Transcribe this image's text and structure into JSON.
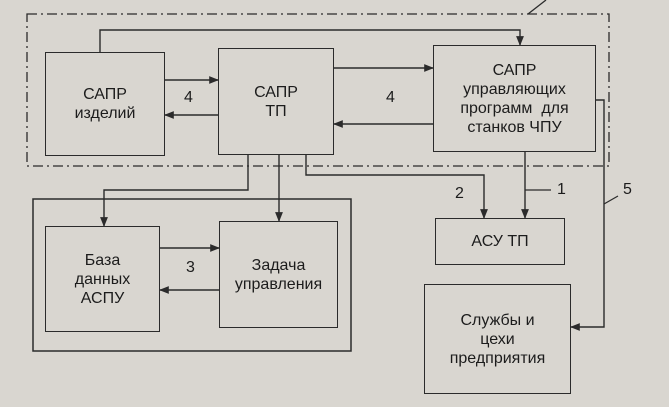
{
  "blocks": {
    "cad_products": {
      "lines": [
        "САПР",
        "изделий"
      ]
    },
    "cad_tp": {
      "lines": [
        "САПР",
        "ТП"
      ]
    },
    "cad_cnc": {
      "lines": [
        "САПР",
        "управляющих",
        "программ  для",
        "станков ЧПУ"
      ]
    },
    "asu_tp": {
      "lines": [
        "АСУ ТП"
      ]
    },
    "database": {
      "lines": [
        "База",
        "данных",
        "АСПУ"
      ]
    },
    "control_task": {
      "lines": [
        "Задача",
        "управления"
      ]
    },
    "services": {
      "lines": [
        "Службы и",
        "цехи",
        "предприятия"
      ]
    }
  },
  "connection_labels": {
    "products_tp": "4",
    "tp_cnc": "4",
    "database_task": "3",
    "tp_asu": "2",
    "cnc_asu": "1",
    "cnc_services": "5"
  },
  "colors": {
    "background": "#d9d6d0",
    "line": "#2b2b2b",
    "text": "#1c1c1c"
  }
}
